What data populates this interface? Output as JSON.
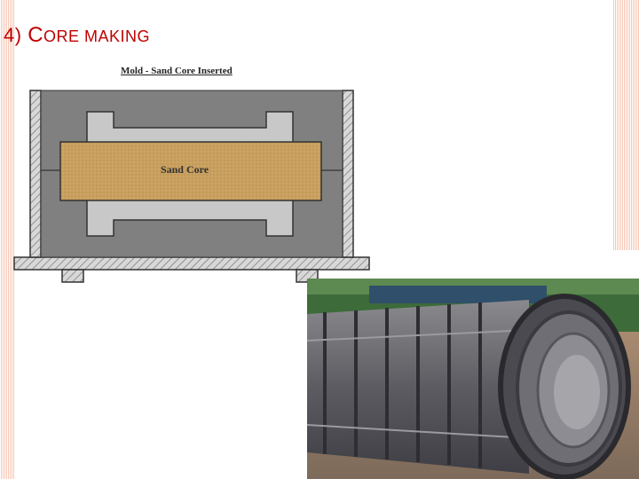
{
  "slide": {
    "title_number": "4)",
    "title_first_letter": "C",
    "title_rest": "ORE MAKING",
    "accent_color": "#c00000",
    "border_color": "#f6c7b5"
  },
  "diagram": {
    "caption": "Mold - Sand Core Inserted",
    "core_label": "Sand Core",
    "mold_color": "#808080",
    "sand_color": "#c9a060",
    "hatch_color": "#9a9a9a"
  },
  "photo": {
    "subject": "steel-pipe-mold-cage-photo"
  }
}
